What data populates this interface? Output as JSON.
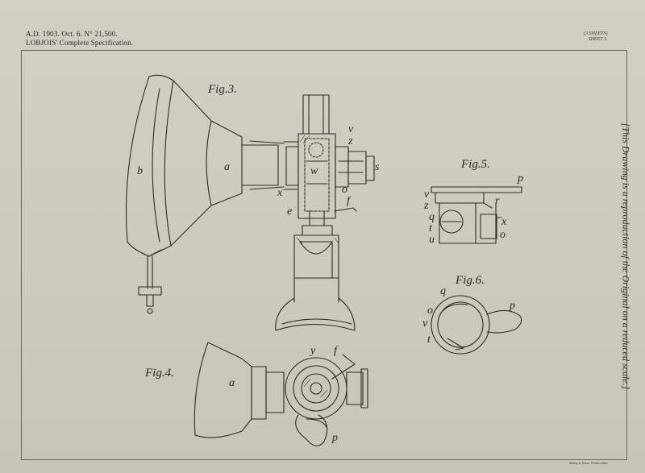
{
  "header": {
    "line1": "A.D. 1903. Oct. 6. N° 21,500.",
    "line2": "LOBJOIS' Complete Specification.",
    "sheets": "(3 SHEETS)",
    "sheet_no": "SHEET 3."
  },
  "side_note": "[This Drawing is a reproduction of the Original on a reduced scale.]",
  "printer_note": "Malby & Sons, Photo-Litho.",
  "figures": {
    "fig3": "Fig.3.",
    "fig4": "Fig.4.",
    "fig5": "Fig.5.",
    "fig6": "Fig.6."
  },
  "letters": {
    "b": "b",
    "a3": "a",
    "v3": "v",
    "z3": "z",
    "s3": "s",
    "w3": "w",
    "o3": "o",
    "x3": "x",
    "e3": "e",
    "f3": "f",
    "a4": "a",
    "y4": "y",
    "f4": "f",
    "p4": "p",
    "p5": "p",
    "v5": "v",
    "z5": "z",
    "r5": "r",
    "q5": "q",
    "t5": "t",
    "x5": "x",
    "u5": "u",
    "o5": "o",
    "q6": "q",
    "o6": "o",
    "v6": "v",
    "t6": "t",
    "p6": "p"
  },
  "colors": {
    "paper": "#cfcbbf",
    "ink": "#2a2722"
  }
}
